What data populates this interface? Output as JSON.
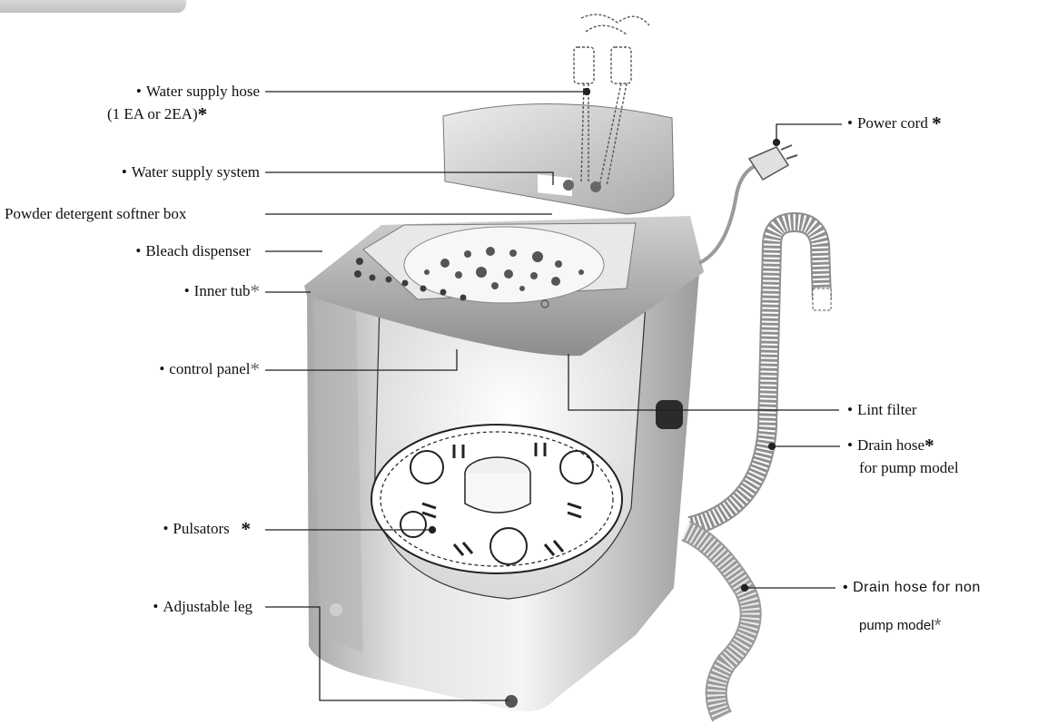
{
  "labels": {
    "water_supply_hose": "Water supply hose",
    "water_supply_hose_sub": "(1 EA or 2EA)",
    "water_supply_system": "Water supply system",
    "detergent_box": "Powder detergent softner box",
    "bleach_dispenser": "Bleach dispenser",
    "inner_tub": "Inner tub",
    "control_panel": "control panel",
    "pulsators": "Pulsators",
    "adjustable_leg": "Adjustable leg",
    "power_cord": "Power cord",
    "lint_filter": "Lint filter",
    "drain_hose_pump": "Drain hose",
    "drain_hose_pump_sub": "for pump model",
    "drain_hose_nonpump": "Drain hose for non",
    "drain_hose_nonpump_sub": "pump model"
  },
  "bullet": "•",
  "asterisk": "*",
  "colors": {
    "line": "#222222",
    "body_light": "#e9e9e9",
    "body_dark": "#9a9a9a"
  }
}
